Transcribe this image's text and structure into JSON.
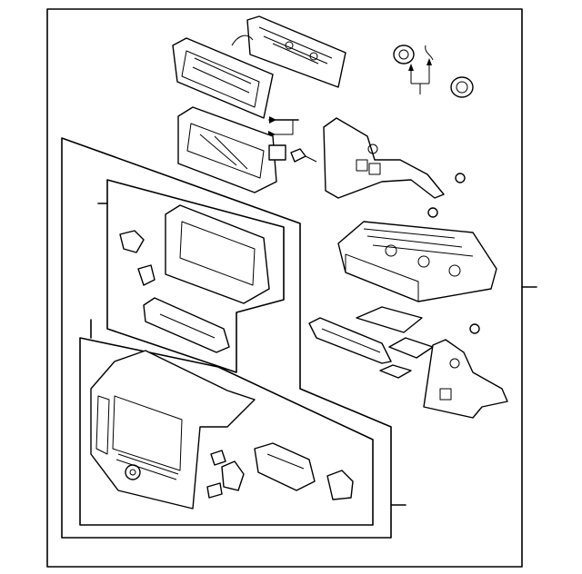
{
  "diagram": {
    "kind": "exploded-parts-drawing",
    "colors": {
      "line": "#000000",
      "background": "#ffffff"
    },
    "callouts": [
      {
        "id": "callout-top-center"
      },
      {
        "id": "callout-top-right"
      },
      {
        "id": "callout-left-upper"
      },
      {
        "id": "callout-left-lower"
      },
      {
        "id": "callout-right-mid"
      },
      {
        "id": "callout-bottom-right"
      }
    ]
  }
}
